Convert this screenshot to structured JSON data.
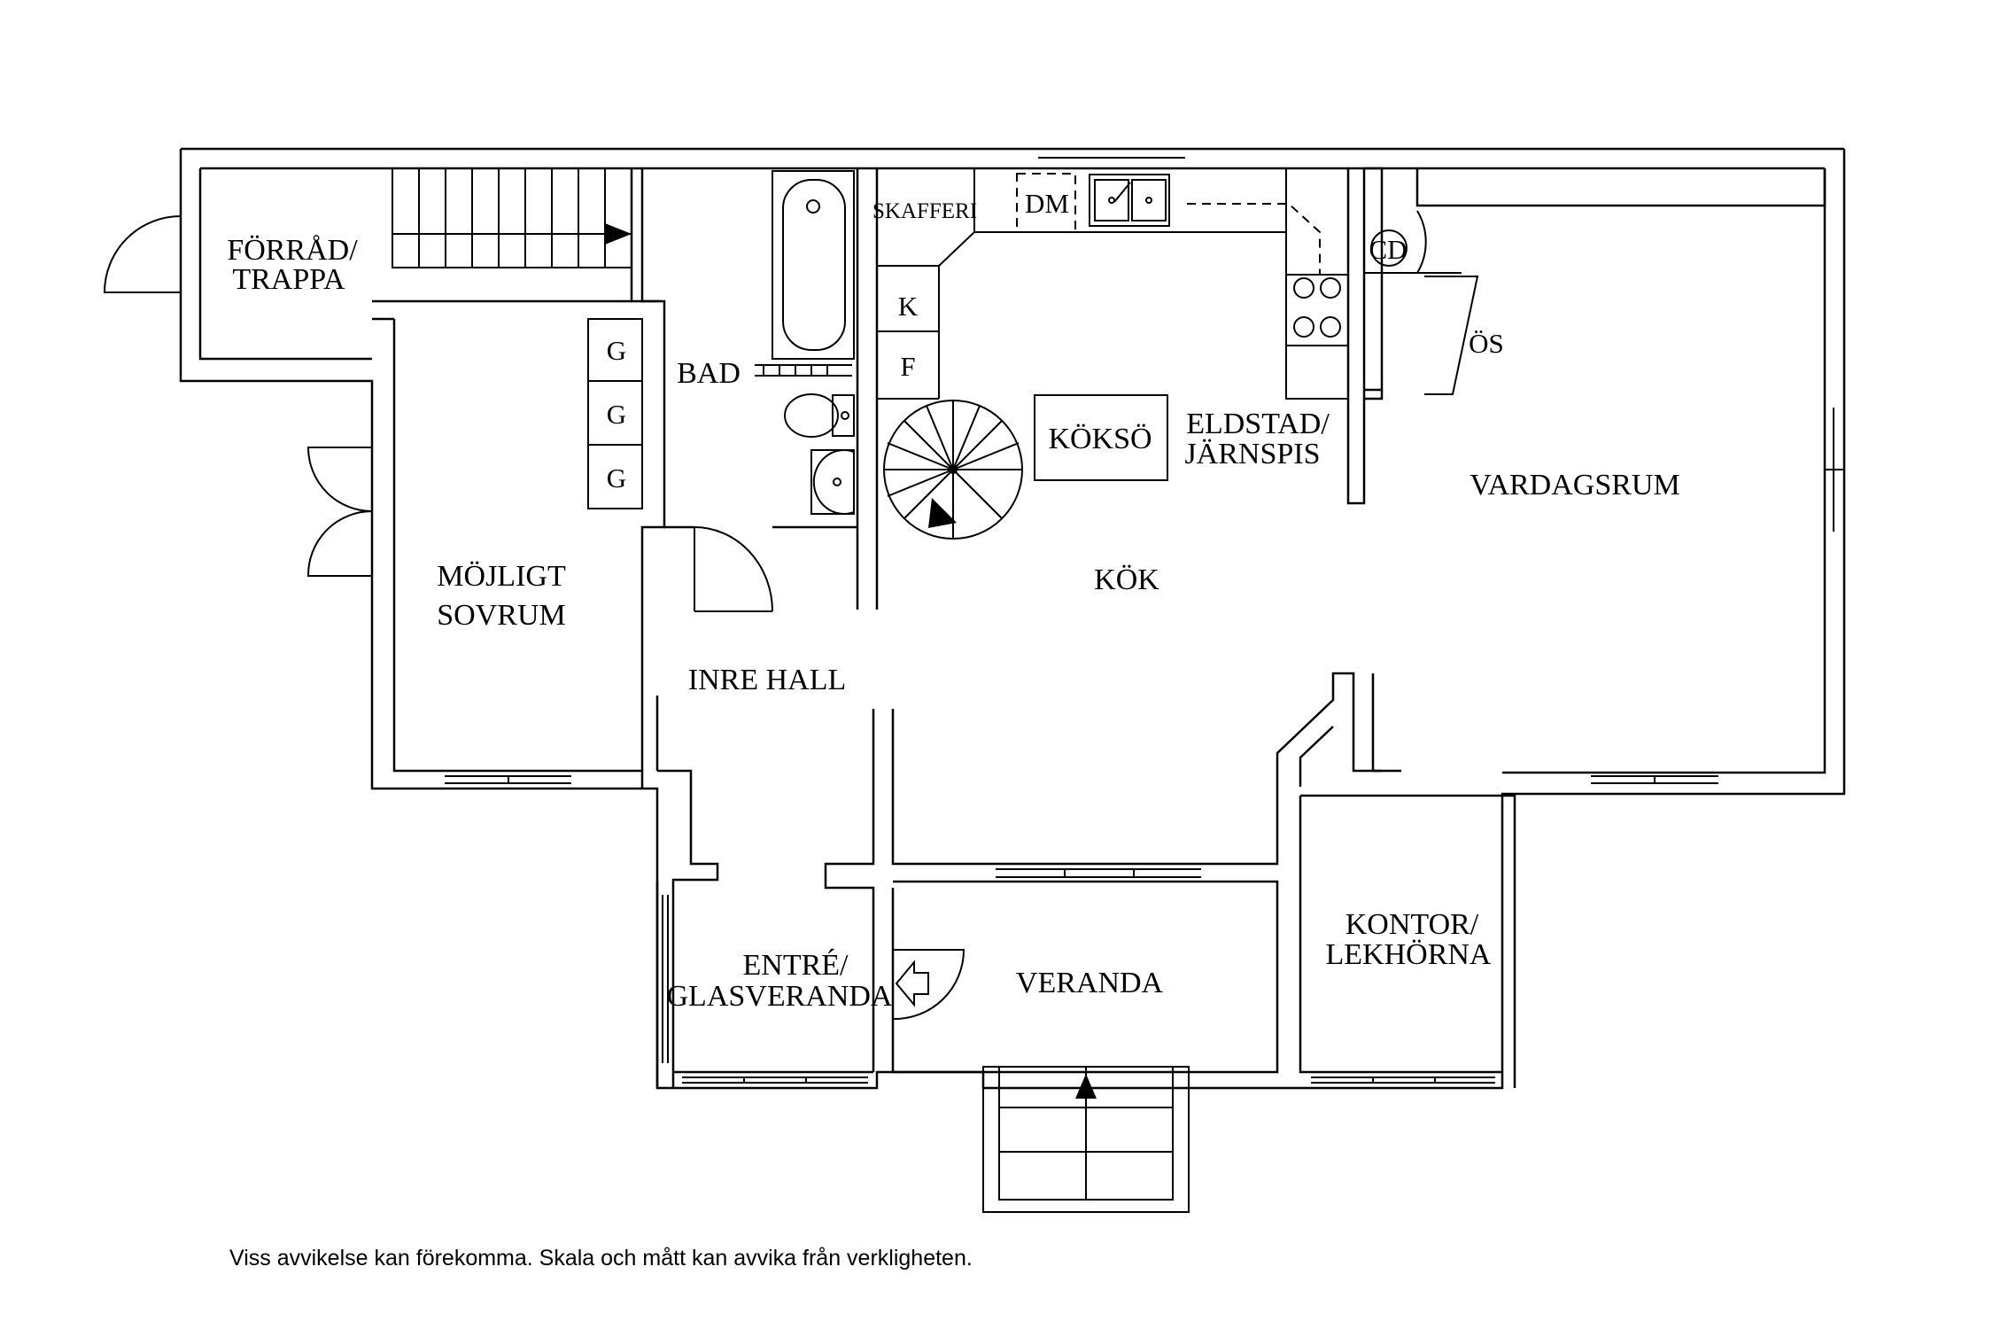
{
  "rooms": {
    "forrad": [
      "FÖRRÅD/",
      "TRAPPA"
    ],
    "bad": "BAD",
    "mojligt_sovrum": [
      "MÖJLIGT",
      "SOVRUM"
    ],
    "inre_hall": "INRE HALL",
    "kok": "KÖK",
    "koksö": "KÖKSÖ",
    "eldstad": [
      "ELDSTAD/",
      "JÄRNSPIS"
    ],
    "vardagsrum": "VARDAGSRUM",
    "entre": [
      "ENTRÉ/",
      "GLASVERANDA"
    ],
    "veranda": "VERANDA",
    "kontor": [
      "KONTOR/",
      "LEKHÖRNA"
    ]
  },
  "fixtures": {
    "skafferi": "SKAFFERI",
    "dm": "DM",
    "k": "K",
    "f": "F",
    "cd": "CD",
    "os": "ÖS",
    "g1": "G",
    "g2": "G",
    "g3": "G"
  },
  "disclaimer": "Viss avvikelse kan förekomma. Skala och mått kan avvika från verkligheten."
}
